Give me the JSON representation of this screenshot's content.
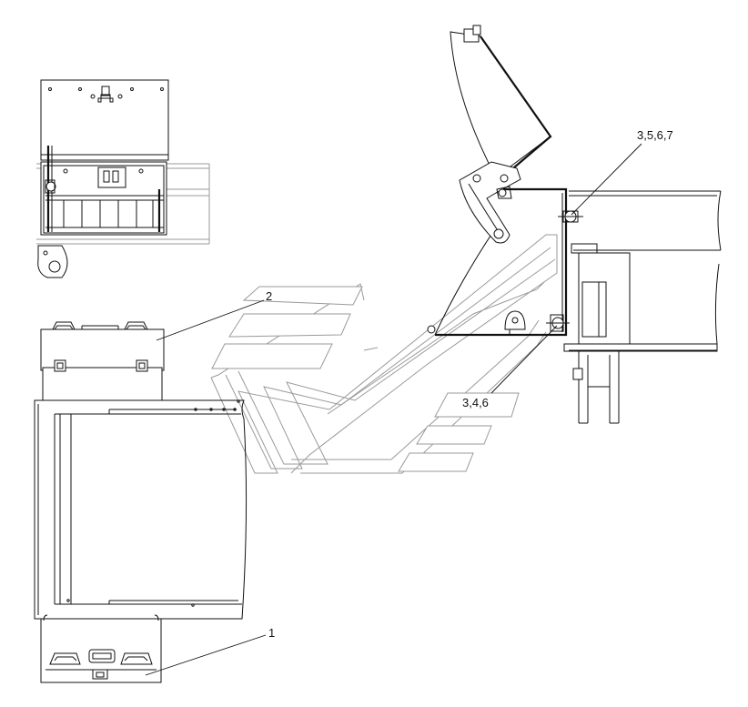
{
  "callouts": {
    "c1": "1",
    "c2": "2",
    "c3": "3,5,6,7",
    "c4": "3,4,6"
  }
}
